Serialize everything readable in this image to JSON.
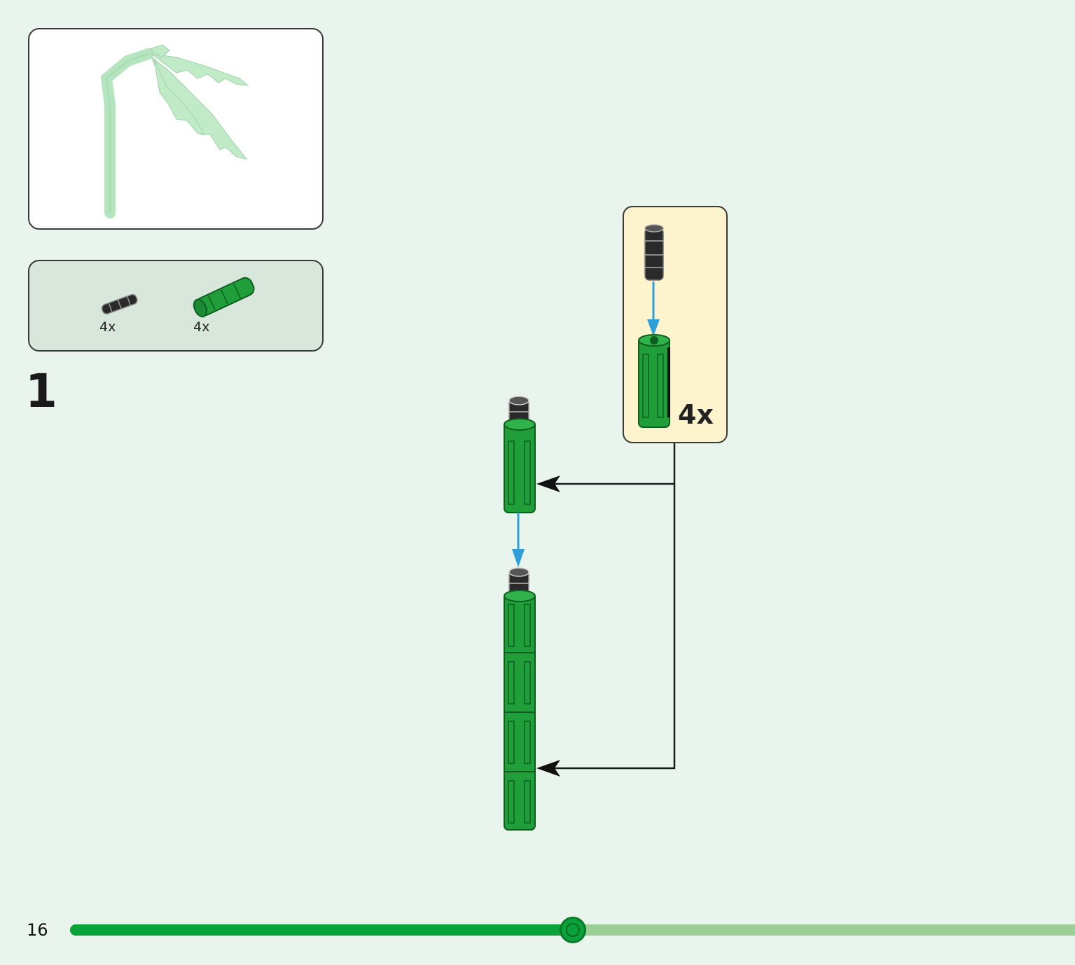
{
  "page": {
    "page_number": "16",
    "step_number": "1"
  },
  "parts_list": {
    "items": [
      {
        "part": "black-connector-pin",
        "quantity": "4x"
      },
      {
        "part": "green-tube-segment",
        "quantity": "4x"
      }
    ]
  },
  "callout": {
    "quantity": "4x"
  },
  "progress": {
    "fraction": 0.5
  },
  "colors": {
    "background": "#e9f4ec",
    "progress_done": "#0aa33a",
    "progress_remaining": "#9bcf95",
    "callout_bg": "#fdf3cd",
    "piece_green": "#1f9e3a",
    "arrow_blue": "#2e9fd8"
  }
}
